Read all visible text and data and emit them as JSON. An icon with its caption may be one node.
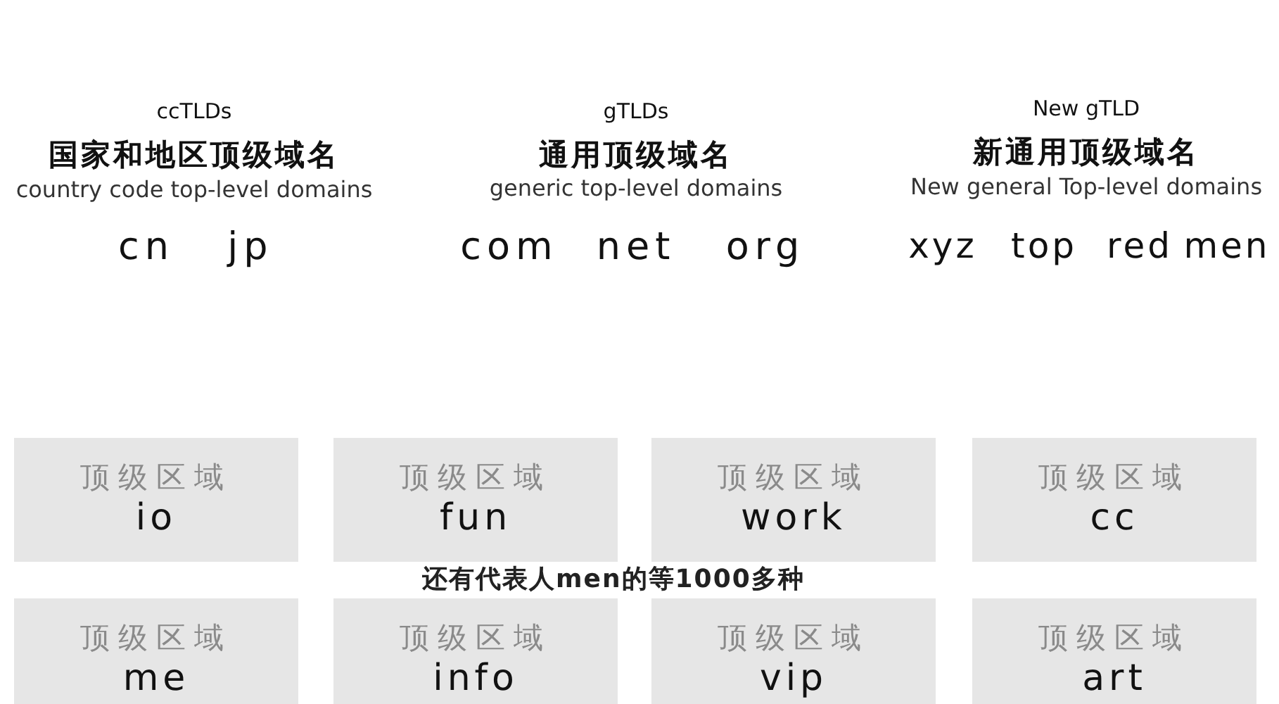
{
  "diagram": {
    "caption": "还有代表人men的等1000多种",
    "nodes": [
      {
        "text": [
          "顶级区域",
          "io"
        ]
      },
      {
        "text": [
          "顶级区域",
          "fun"
        ]
      },
      {
        "text": [
          "顶级区域",
          "work"
        ]
      },
      {
        "text": [
          "顶级区域",
          "cc"
        ]
      },
      {
        "text": [
          "顶级区域",
          "me"
        ]
      },
      {
        "text": [
          "顶级区域",
          "info"
        ]
      },
      {
        "text": [
          "顶级区域",
          "vip"
        ]
      },
      {
        "text": [
          "顶级区域",
          "art"
        ]
      }
    ],
    "labels": [
      "ccTLDs",
      "国家和地区顶级域名",
      "country code top-level domains",
      "cn",
      "jp",
      "gTLDs",
      "通用顶级域名",
      "generic top-level domains",
      "com",
      "net",
      "org",
      "New gTLD",
      "新通用顶级域名",
      "New general Top-level domains",
      "xyz",
      "top",
      "red",
      "men"
    ]
  }
}
